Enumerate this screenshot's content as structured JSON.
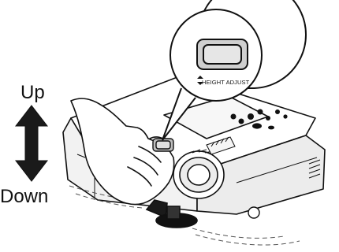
{
  "labels": {
    "up": "Up",
    "down": "Down",
    "callout": "HEIGHT ADJUST"
  },
  "icons": {
    "vertical_arrow": "up-down-double-arrow-icon",
    "callout_arrow": "small-up-down-triangles-icon"
  },
  "colors": {
    "ink": "#111111",
    "arrow_fill": "#1a1a1a",
    "body_shade": "#e6e6e6",
    "button_fill": "#bdbdbd"
  }
}
